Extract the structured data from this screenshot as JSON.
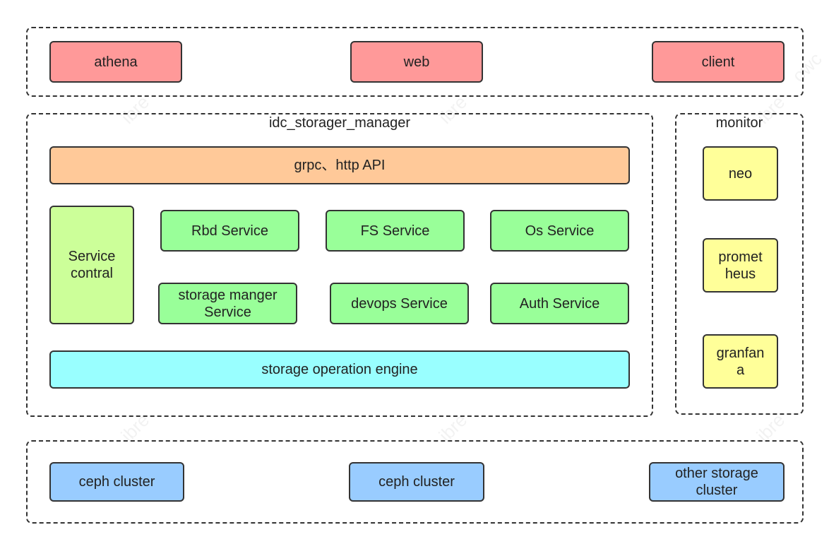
{
  "colors": {
    "client_tier": "#ff9999",
    "api": "#ffc999",
    "service_control": "#ccff99",
    "service": "#99ff99",
    "engine": "#99ffff",
    "monitor": "#ffff99",
    "storage": "#99ccff"
  },
  "clients": [
    "athena",
    "web",
    "client"
  ],
  "manager": {
    "title": "idc_storager_manager",
    "api": "grpc、http API",
    "service_control": "Service\ncontral",
    "services": [
      "Rbd Service",
      "FS Service",
      "Os Service",
      "storage manger\nService",
      "devops Service",
      "Auth Service"
    ],
    "engine": "storage operation engine"
  },
  "monitor": {
    "title": "monitor",
    "items": [
      "neo",
      "promet\nheus",
      "granfan\na"
    ]
  },
  "storage": [
    "ceph cluster",
    "ceph cluster",
    "other storage\ncluster"
  ]
}
